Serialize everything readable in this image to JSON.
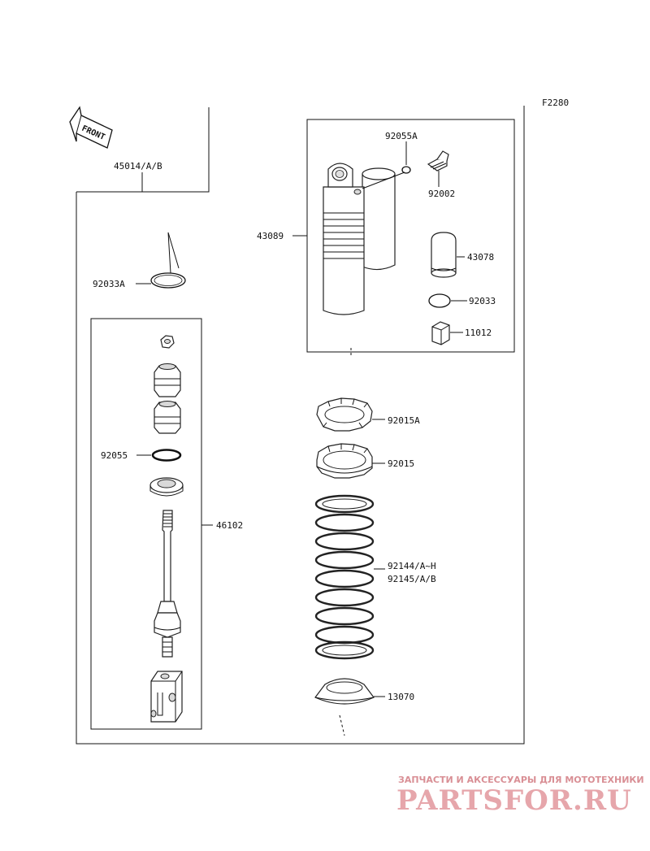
{
  "diagram": {
    "figure_code": "F2280",
    "front_label": "FRONT",
    "labels": {
      "assy": "45014/A/B",
      "ring_top": "92033A",
      "damper_unit": "43089",
      "ring_cap": "92055A",
      "valve_bolt": "92002",
      "cap": "43078",
      "ring_small": "92033",
      "nut": "11012",
      "locknut_a": "92015A",
      "locknut": "92015",
      "oring": "92055",
      "rod_assy": "46102",
      "spring_1": "92144/A~H",
      "spring_2": "92145/A/B",
      "spring_guide": "13070"
    }
  },
  "watermark": {
    "tagline": "ЗАПЧАСТИ И АКСЕССУАРЫ ДЛЯ МОТОТЕХНИКИ",
    "brand": "PARTSFOR.RU"
  }
}
